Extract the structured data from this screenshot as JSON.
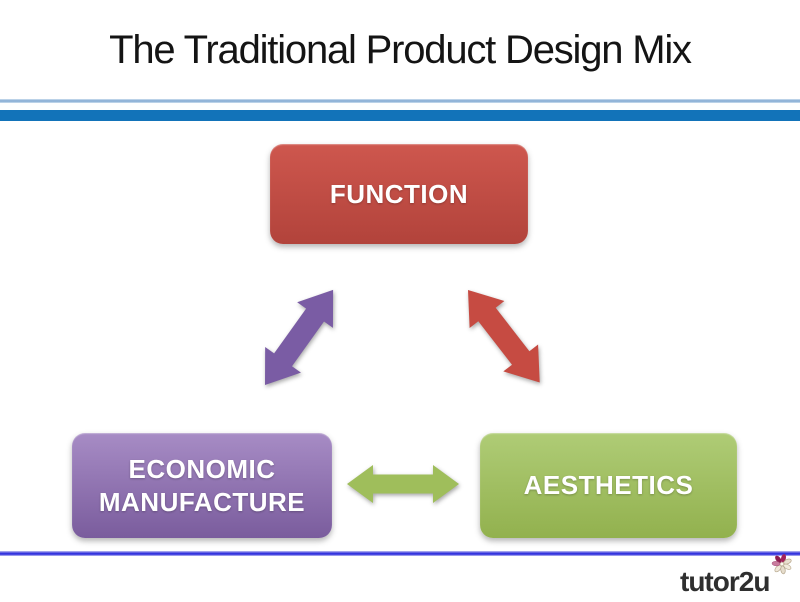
{
  "slide": {
    "title": "The Traditional Product Design Mix",
    "rules": {
      "top_thin": "--line:#7FA7D1",
      "top_bar": "--bar:#1273B9",
      "bottom": "--line:#3434DE"
    },
    "nodes": [
      {
        "id": "function",
        "label": "FUNCTION",
        "base_color": "#C0504D",
        "gradient": "--c1:#CE574E;--c2:#B2433B"
      },
      {
        "id": "economic-manufacture",
        "label": "ECONOMIC MANUFACTURE",
        "base_color": "#8064A2",
        "gradient": "--c1:#A78CC5;--c2:#7A5C9D"
      },
      {
        "id": "aesthetics",
        "label": "AESTHETICS",
        "base_color": "#9BBB59",
        "gradient": "--c1:#AFCC76;--c2:#92B14E"
      }
    ],
    "connectors": [
      {
        "from": "economic-manufacture",
        "to": "function",
        "style": "double-headed-diagonal",
        "color": "#7A5CA4"
      },
      {
        "from": "function",
        "to": "aesthetics",
        "style": "double-headed-diagonal",
        "color": "#C64B42"
      },
      {
        "from": "economic-manufacture",
        "to": "aesthetics",
        "style": "double-headed-horizontal",
        "color": "#9FBE5B"
      }
    ],
    "logo": {
      "text": "tutor2u",
      "icon": "flower-icon"
    }
  }
}
